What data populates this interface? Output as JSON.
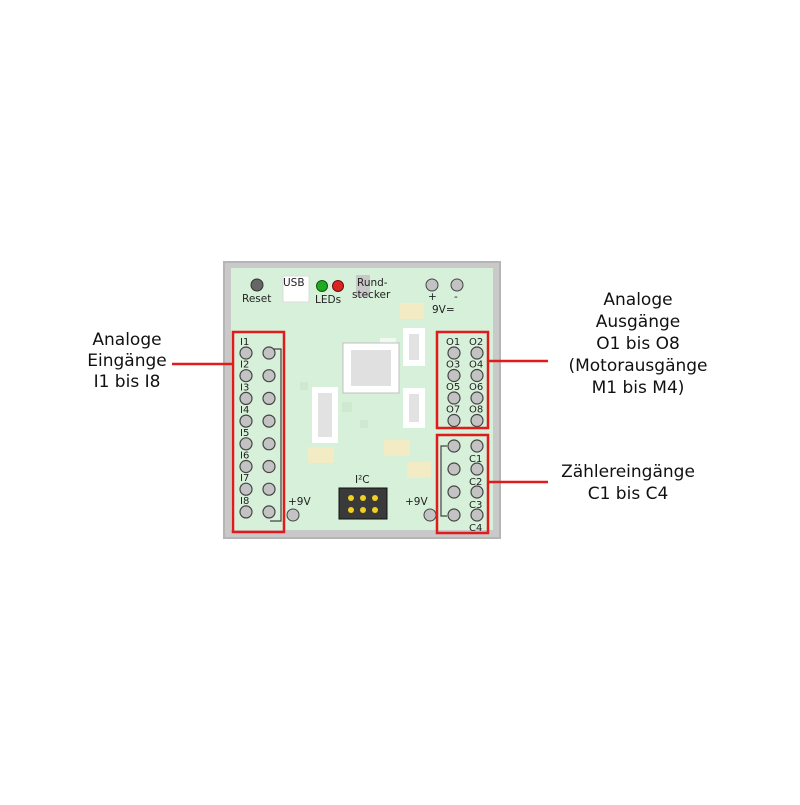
{
  "board": {
    "reset_label": "Reset",
    "usb_label": "USB",
    "leds_label": "LEDs",
    "rund_label_line1": "Rund-",
    "rund_label_line2": "stecker",
    "power_plus": "+",
    "power_minus": "-",
    "power_label": "9V=",
    "i2c_label": "I²C",
    "plus9v_left": "+9V",
    "plus9v_right": "+9V",
    "led_colors": {
      "green": "#22aa22",
      "red": "#dd2222"
    },
    "board_color": "#d7f0d9",
    "frame_color": "#c9c9c9",
    "highlight_color": "#e01b1b"
  },
  "inputs": {
    "pin_labels": [
      "I1",
      "I2",
      "I3",
      "I4",
      "I5",
      "I6",
      "I7",
      "I8"
    ]
  },
  "outputs": {
    "pin_labels": [
      "O1",
      "O2",
      "O3",
      "O4",
      "O5",
      "O6",
      "O7",
      "O8"
    ]
  },
  "counters": {
    "pin_labels": [
      "C1",
      "C2",
      "C3",
      "C4"
    ]
  },
  "callouts": {
    "inputs": [
      "Analoge",
      "Eingänge",
      "I1 bis I8"
    ],
    "outputs": [
      "Analoge",
      "Ausgänge",
      "O1 bis O8",
      "(Motorausgänge",
      "M1 bis M4)"
    ],
    "counters": [
      "Zählereingänge",
      "C1 bis C4"
    ]
  }
}
